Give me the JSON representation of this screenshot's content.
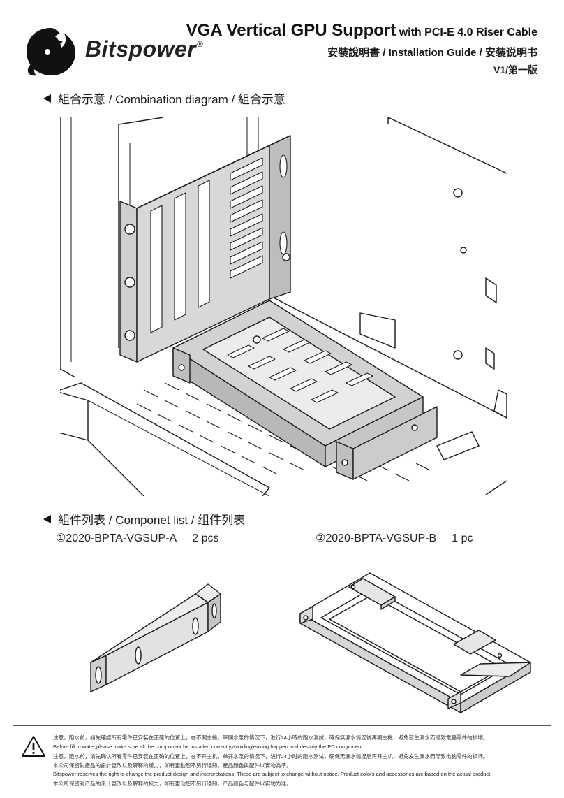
{
  "header": {
    "brand": "Bitspower",
    "brand_mark": "®",
    "title_main": "VGA Vertical GPU Support",
    "title_sub": " with PCI-E 4.0 Riser Cable",
    "subtitle": "安裝說明書 / Installation Guide / 安装说明书",
    "version": "V1/第一版"
  },
  "sections": {
    "combination": "組合示意 / Combination diagram / 組合示意",
    "component_list": "組件列表 / Componet list / 组件列表"
  },
  "parts": [
    {
      "label": "①2020-BPTA-VGSUP-A",
      "qty": "2 pcs"
    },
    {
      "label": "②2020-BPTA-VGSUP-B",
      "qty": "1 pc"
    }
  ],
  "footer": {
    "notes": [
      "注意，跑水前，請先確認所有零件已安裝在正確的位置上，在不開主機，單開水泵的情況下，進行24小時的跑水測試，確保無漏水情況後再開主機，避免發生漏水而導致電腦零件的損壞。",
      "Before fill in water,please make sure all the component be installed correctly,avoidingleaking happen and destroy the PC component.",
      "注意，跑水前，请先确认所有零件已安装在正确的位置上，在不开主机，单开水泵的情况下，进行24小时的跑水测试，确保无漏水情况后再开主机，避免发生漏水而导致电脑零件的损坏。",
      "本公司保留對產品的設計更改以及解釋的權力，如有更動恕不另行通知，產品顏色與配件以實物為準。",
      "Bitspower reserves the right to change the  product design and interpretations. These are subject to change without notice. Product colors and accessories are based on the actual product.",
      "本公司保留对产品的设计更改以及解释的权力，如有更动恕不另行通知，产品颜色与配件以实物为准。"
    ]
  },
  "colors": {
    "ink": "#1a1a1a",
    "part_fill": "#c8c8c8",
    "rule": "#555555"
  },
  "icons": {
    "logo": "dragon-logo-icon",
    "warning": "warning-triangle-icon"
  }
}
